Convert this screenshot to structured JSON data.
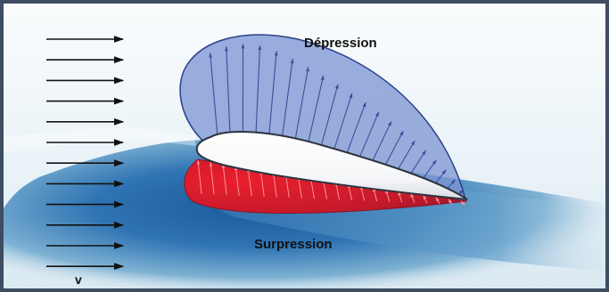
{
  "labels": {
    "depression": "Dépression",
    "surpression": "Surpression",
    "velocity": "v"
  },
  "colors": {
    "frame": "#3f4d63",
    "depression_fill": "#6f86c9",
    "depression_arrows": "#3a4f9a",
    "surpression_fill": "#c81e2e",
    "surpression_arrows": "#ff7f8a",
    "airfoil_fill": "#ffffff",
    "airfoil_stroke": "#2c3440",
    "flow_dark_blue": "#1f5fa0",
    "flow_light_blue": "#cfe6f1"
  },
  "icons": {
    "freestream": "arrow-right",
    "pressure_vectors": "arrow"
  }
}
